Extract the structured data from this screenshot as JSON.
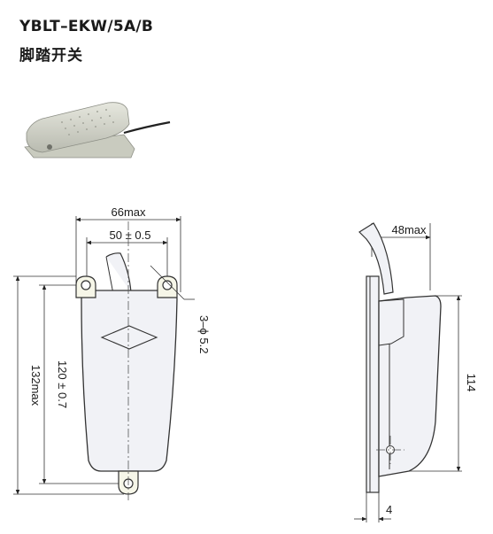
{
  "header": {
    "model": "YBLT–EKW/5A/B",
    "name": "脚踏开关"
  },
  "dimensions": {
    "width_max": "66max",
    "hole_spacing": "50 ± 0.5",
    "holes": "3–ϕ 5.2",
    "hole_height": "120 ± 0.7",
    "height_max": "132max",
    "side_depth": "48max",
    "side_height": "114",
    "base_thickness": "4"
  },
  "colors": {
    "housing": "#d6d7cc",
    "outline": "#333333",
    "body_fill": "#f1f2f6"
  }
}
